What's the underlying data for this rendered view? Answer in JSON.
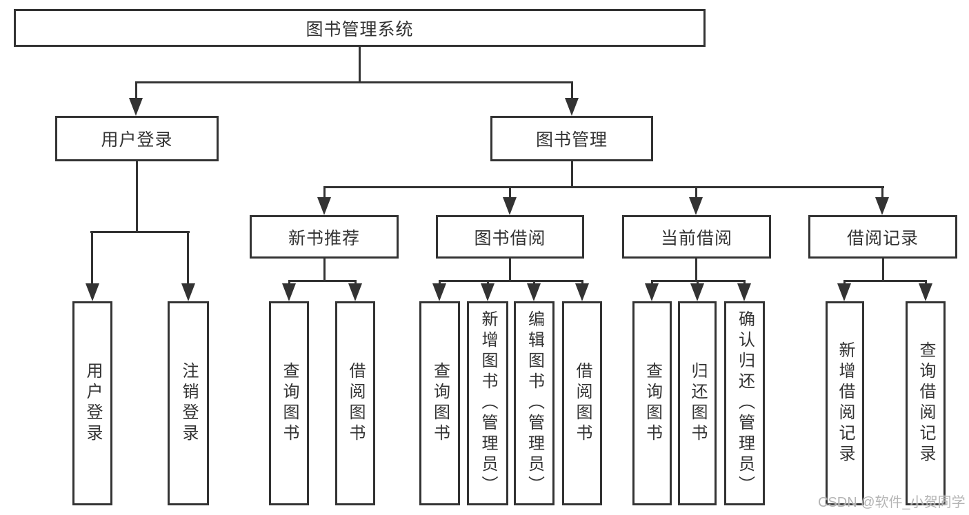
{
  "colors": {
    "line": "#333333",
    "text": "#333333",
    "background": "#ffffff",
    "watermark": "#acacac"
  },
  "nodes": {
    "root": "图书管理系统",
    "user_login": "用户登录",
    "book_mgmt": "图书管理",
    "new_book_rec": "新书推荐",
    "book_borrow": "图书借阅",
    "current_borrow": "当前借阅",
    "borrow_records": "借阅记录",
    "ul_leaf_login": "用户登录",
    "ul_leaf_logout": "注销登录",
    "nb_leaf_query": "查询图书",
    "nb_leaf_borrow": "借阅图书",
    "bb_leaf_query": "查询图书",
    "bb_leaf_add": "新增图书（管理员）",
    "bb_leaf_edit": "编辑图书（管理员）",
    "bb_leaf_borrow": "借阅图书",
    "cb_leaf_query": "查询图书",
    "cb_leaf_return": "归还图书",
    "cb_leaf_confirm": "确认归还（管理员）",
    "br_leaf_add": "新增借阅记录",
    "br_leaf_query": "查询借阅记录"
  },
  "edges": [
    [
      "root",
      "user_login"
    ],
    [
      "root",
      "book_mgmt"
    ],
    [
      "user_login",
      "ul_leaf_login"
    ],
    [
      "user_login",
      "ul_leaf_logout"
    ],
    [
      "book_mgmt",
      "new_book_rec"
    ],
    [
      "book_mgmt",
      "book_borrow"
    ],
    [
      "book_mgmt",
      "current_borrow"
    ],
    [
      "book_mgmt",
      "borrow_records"
    ],
    [
      "new_book_rec",
      "nb_leaf_query"
    ],
    [
      "new_book_rec",
      "nb_leaf_borrow"
    ],
    [
      "book_borrow",
      "bb_leaf_query"
    ],
    [
      "book_borrow",
      "bb_leaf_add"
    ],
    [
      "book_borrow",
      "bb_leaf_edit"
    ],
    [
      "book_borrow",
      "bb_leaf_borrow"
    ],
    [
      "current_borrow",
      "cb_leaf_query"
    ],
    [
      "current_borrow",
      "cb_leaf_return"
    ],
    [
      "current_borrow",
      "cb_leaf_confirm"
    ],
    [
      "borrow_records",
      "br_leaf_add"
    ],
    [
      "borrow_records",
      "br_leaf_query"
    ]
  ],
  "watermark": {
    "text": "CSDN @软件_小贺同学"
  }
}
